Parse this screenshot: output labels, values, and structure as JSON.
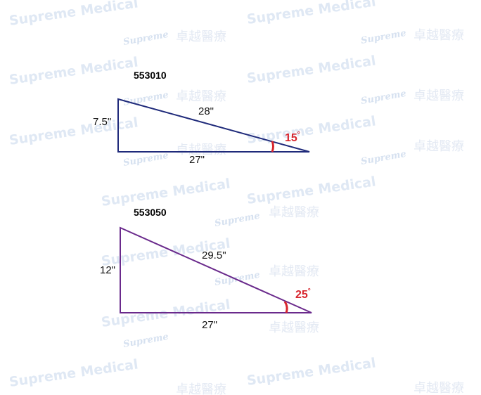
{
  "watermark": {
    "text": "Supreme Medical",
    "logo": "Supreme",
    "cjk": "卓越醫療"
  },
  "colors": {
    "triangle1": "#1f2a7a",
    "triangle2": "#6a2a8c",
    "angle": "#d8262e",
    "watermark": "#dfe8f4"
  },
  "triangles": [
    {
      "code": "553010",
      "height": "7.5\"",
      "hypotenuse": "28\"",
      "base": "27\"",
      "angle": "15",
      "angle_unit": "°"
    },
    {
      "code": "553050",
      "height": "12\"",
      "hypotenuse": "29.5\"",
      "base": "27\"",
      "angle": "25",
      "angle_unit": "°"
    }
  ]
}
